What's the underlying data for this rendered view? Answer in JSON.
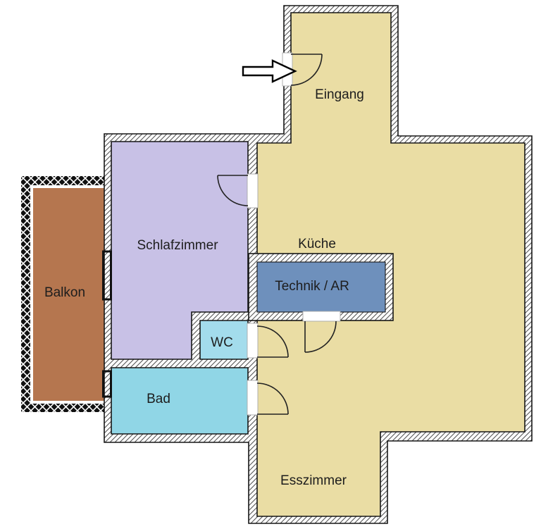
{
  "plan": {
    "rooms": {
      "eingang": {
        "label": "Eingang"
      },
      "schlafzimmer": {
        "label": "Schlafzimmer"
      },
      "kueche": {
        "label": "Küche"
      },
      "technik": {
        "label": "Technik / AR"
      },
      "wc": {
        "label": "WC"
      },
      "bad": {
        "label": "Bad"
      },
      "balkon": {
        "label": "Balkon"
      },
      "esszimmer": {
        "label": "Esszimmer"
      }
    },
    "icons": {
      "entrance_arrow": "arrow-right-icon"
    },
    "colors": {
      "main_area": "#EADDA4",
      "schlafzimmer": "#C8C1E6",
      "technik": "#6E90BC",
      "wc": "#A3DCEC",
      "bad": "#90D6E6",
      "balkon_floor": "#B5764F",
      "wall_hatch": "#555555",
      "wall_edge": "#161616",
      "door": "#222222",
      "window": "#111111",
      "label": "#1D1D1D"
    }
  }
}
